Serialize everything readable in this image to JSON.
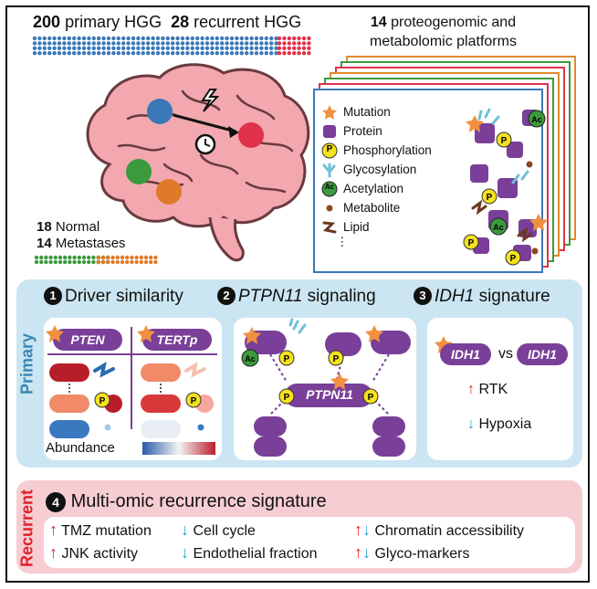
{
  "cohort": {
    "primary_count": "200",
    "primary_label": "primary HGG",
    "recurrent_count": "28",
    "recurrent_label": "recurrent HGG",
    "normal_count": "18",
    "normal_label": "Normal",
    "metastases_count": "14",
    "metastases_label": "Metastases"
  },
  "platforms": {
    "count": "14",
    "line1": "proteogenomic and",
    "line2": "metabolomic platforms",
    "legend": [
      {
        "label": "Mutation",
        "icon": "star-icon"
      },
      {
        "label": "Protein",
        "icon": "protein-square-icon"
      },
      {
        "label": "Phosphorylation",
        "icon": "phospho-p-icon",
        "glyph": "P"
      },
      {
        "label": "Glycosylation",
        "icon": "glycan-icon"
      },
      {
        "label": "Acetylation",
        "icon": "acetyl-ac-icon",
        "glyph": "Ac"
      },
      {
        "label": "Metabolite",
        "icon": "metabolite-dot-icon"
      },
      {
        "label": "Lipid",
        "icon": "lipid-zigzag-icon"
      }
    ],
    "ellipsis": "⋮"
  },
  "primary": {
    "side_label": "Primary",
    "sections": [
      {
        "number": "1",
        "title": "Driver similarity",
        "italic": ""
      },
      {
        "number": "2",
        "title": " signaling",
        "italic": "PTPN11"
      },
      {
        "number": "3",
        "title": " signature",
        "italic": "IDH1"
      }
    ],
    "driver": {
      "gene_a": "PTEN",
      "gene_b": "TERTp",
      "abundance_label": "Abundance"
    },
    "signaling": {
      "center": "PTPN11",
      "p": "P",
      "ac": "Ac"
    },
    "idh": {
      "gene_left": "IDH1",
      "vs": "vs",
      "gene_right": "IDH1",
      "up_label": "RTK",
      "down_label": "Hypoxia"
    }
  },
  "recurrent": {
    "side_label": "Recurrent",
    "number": "4",
    "title": "Multi-omic recurrence signature",
    "items": [
      {
        "label": "TMZ mutation",
        "dir": "up"
      },
      {
        "label": "Cell cycle",
        "dir": "down"
      },
      {
        "label": "Chromatin accessibility",
        "dir": "updown"
      },
      {
        "label": "JNK activity",
        "dir": "up"
      },
      {
        "label": "Endothelial fraction",
        "dir": "down"
      },
      {
        "label": "Glyco-markers",
        "dir": "updown"
      }
    ]
  },
  "glyphs": {
    "up": "↑",
    "down": "↓"
  },
  "colors": {
    "primary_blue": "#3a78b8",
    "recurrent_red": "#e0324a",
    "normal_green": "#3a9a3c",
    "metastasis_orange": "#e07a2a",
    "protein_purple": "#7a3f98",
    "panel_blue": "#cbe6f2",
    "panel_pink": "#f6cdd2",
    "phospho_yellow": "#f6e21c",
    "star_orange": "#f09040"
  }
}
